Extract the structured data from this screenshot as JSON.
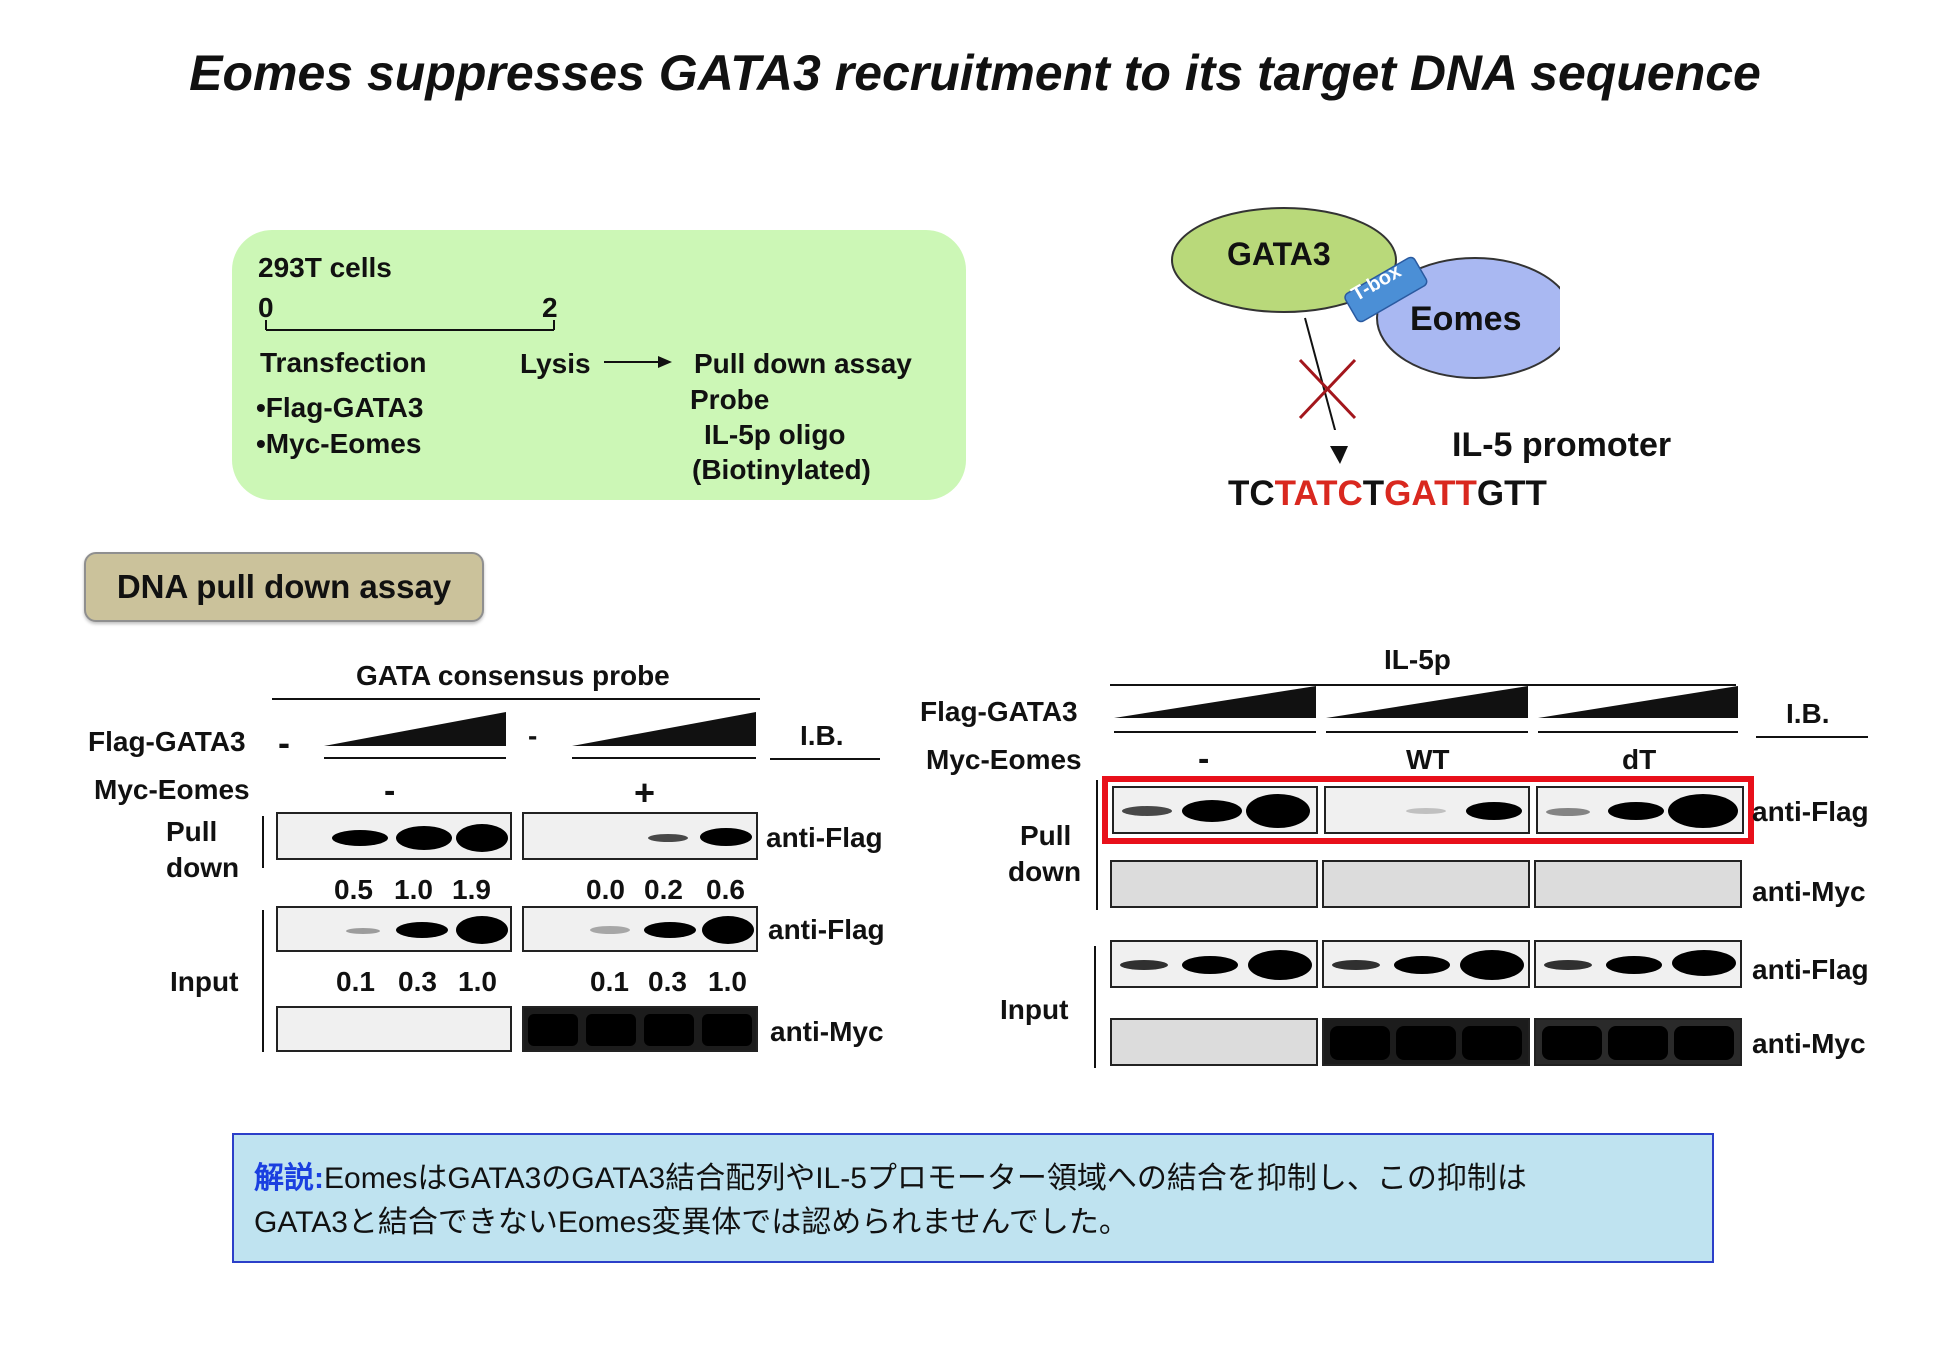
{
  "title": "Eomes suppresses GATA3 recruitment to its target DNA sequence",
  "protocol": {
    "cells": "293T cells",
    "t0": "0",
    "t2": "2",
    "transfection": "Transfection",
    "plasmid1": "•Flag-GATA3",
    "plasmid2": "•Myc-Eomes",
    "lysis": "Lysis",
    "pulldown": "Pull down assay",
    "probe": "Probe",
    "oligo": "IL-5p oligo",
    "biotin": "(Biotinylated)"
  },
  "model": {
    "gata3": "GATA3",
    "tbox": "T-box",
    "eomes": "Eomes",
    "promoter": "IL-5 promoter",
    "seq": [
      {
        "t": "TC",
        "c": "#111111"
      },
      {
        "t": "TATC",
        "c": "#d9281f"
      },
      {
        "t": "T",
        "c": "#111111"
      },
      {
        "t": "GATT",
        "c": "#d9281f"
      },
      {
        "t": "GTT",
        "c": "#111111"
      }
    ]
  },
  "dna_label": "DNA pull down assay",
  "left": {
    "probe": "GATA consensus probe",
    "flag": "Flag-GATA3",
    "myc": "Myc-Eomes",
    "minus1": "-",
    "minus2": "-",
    "myc_minus": "-",
    "myc_plus": "+",
    "ib": "I.B.",
    "pull": "Pull",
    "down": "down",
    "input": "Input",
    "anti_flag": "anti-Flag",
    "anti_flag2": "anti-Flag",
    "anti_myc": "anti-Myc",
    "pd_q1": [
      "0.5",
      "1.0",
      "1.9"
    ],
    "pd_q2": [
      "0.0",
      "0.2",
      "0.6"
    ],
    "in_q1": [
      "0.1",
      "0.3",
      "1.0"
    ],
    "in_q2": [
      "0.1",
      "0.3",
      "1.0"
    ]
  },
  "right": {
    "probe": "IL-5p",
    "flag": "Flag-GATA3",
    "myc": "Myc-Eomes",
    "ib": "I.B.",
    "g1": "-",
    "g2": "WT",
    "g3": "dT",
    "pull": "Pull",
    "down": "down",
    "input": "Input",
    "pd_flag": "anti-Flag",
    "pd_myc": "anti-Myc",
    "in_flag": "anti-Flag",
    "in_myc": "anti-Myc",
    "highlight_color": "#e8101a"
  },
  "note": {
    "key": "解説:",
    "line1": "EomesはGATA3のGATA3結合配列やIL-5プロモーター領域への結合を抑制し、この抑制は",
    "line2": "GATA3と結合できないEomes変異体では認められませんでした。"
  }
}
